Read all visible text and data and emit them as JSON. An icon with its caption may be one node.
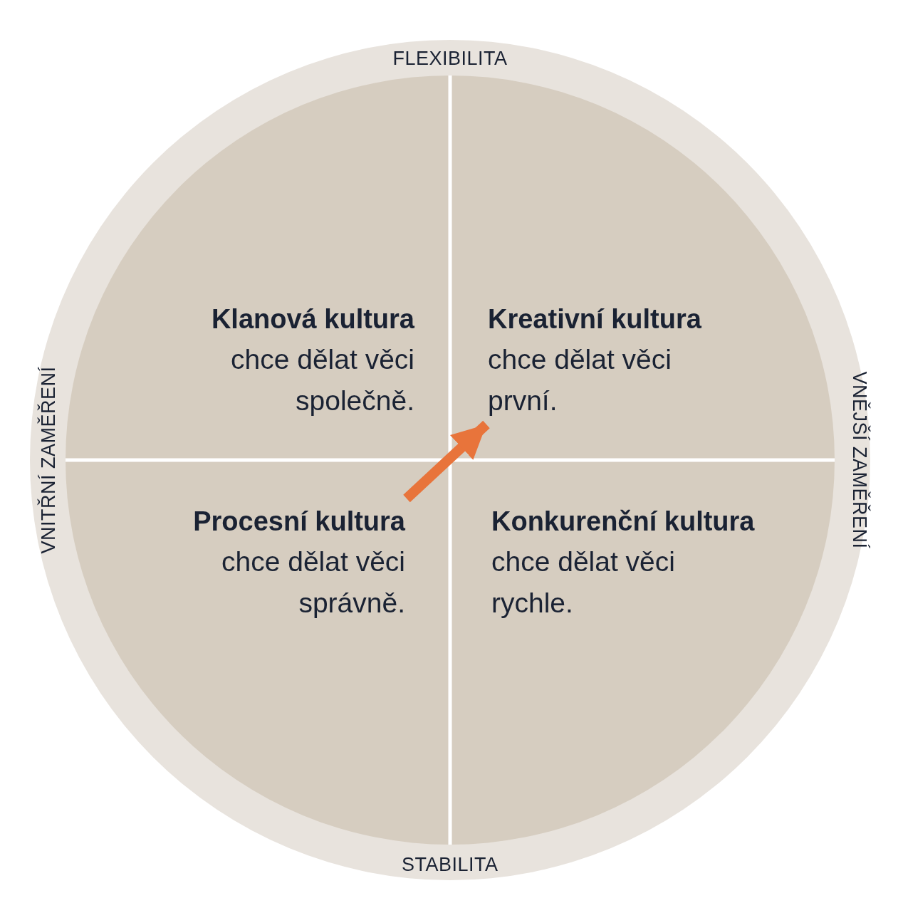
{
  "diagram": {
    "nodes": [
      {
        "text": [
          "Klanová kultura",
          "chce dělat věci společně."
        ]
      },
      {
        "text": [
          "Kreativní kultura",
          "chce dělat věci první."
        ]
      },
      {
        "text": [
          "Procesní kultura",
          "chce dělat věci správně."
        ]
      },
      {
        "text": [
          "Konkurenční kultura",
          "chce dělat věci rychle."
        ]
      }
    ],
    "edges": [
      {
        "from": 2,
        "to": 1,
        "arrow": "to",
        "color": "#e8743b"
      }
    ],
    "labels": [
      "FLEXIBILITA",
      "VNITŘNÍ ZAMĚŘENÍ",
      "VNĚJŠÍ ZAMĚŘENÍ",
      "STABILITA"
    ]
  }
}
